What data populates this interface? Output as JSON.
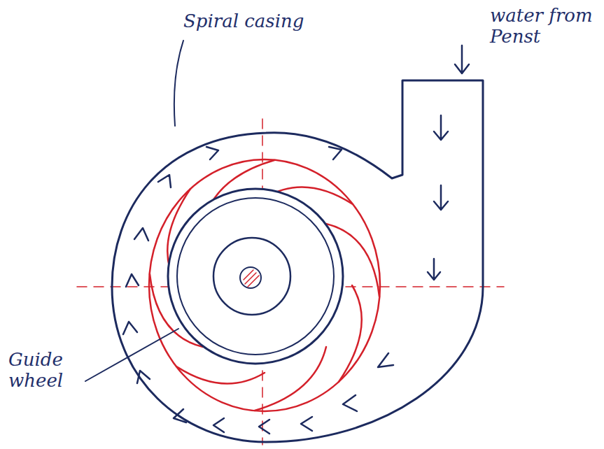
{
  "diagram": {
    "labels": [
      "Spiral casing",
      "water from Penst",
      "Guide wheel"
    ]
  }
}
